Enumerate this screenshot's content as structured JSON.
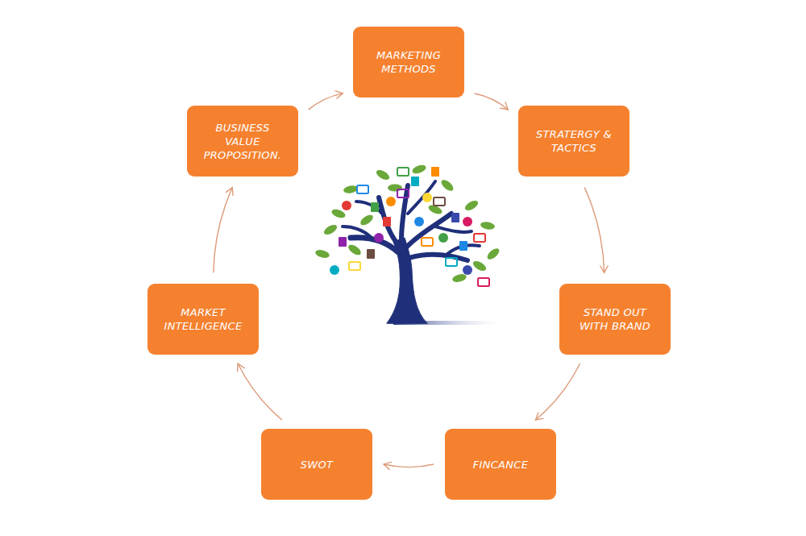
{
  "diagram": {
    "nodes": [
      {
        "text": [
          "MARKETING METHODS"
        ]
      },
      {
        "text": [
          "STRATERGY & TACTICS"
        ]
      },
      {
        "text": [
          "STAND OUT WITH BRAND"
        ]
      },
      {
        "text": [
          "FINCANCE"
        ]
      },
      {
        "text": [
          "SWOT"
        ]
      },
      {
        "text": [
          "MARKET INTELLIGENCE"
        ]
      },
      {
        "text": [
          "BUSINESS VALUE PROPOSITION."
        ]
      }
    ],
    "edges": [
      {
        "from": 0,
        "to": 1,
        "arrow": "to"
      },
      {
        "from": 1,
        "to": 2,
        "arrow": "to"
      },
      {
        "from": 2,
        "to": 3,
        "arrow": "to"
      },
      {
        "from": 3,
        "to": 4,
        "arrow": "to"
      },
      {
        "from": 4,
        "to": 5,
        "arrow": "to"
      },
      {
        "from": 5,
        "to": 6,
        "arrow": "to"
      },
      {
        "from": 6,
        "to": 0,
        "arrow": "to"
      }
    ]
  }
}
